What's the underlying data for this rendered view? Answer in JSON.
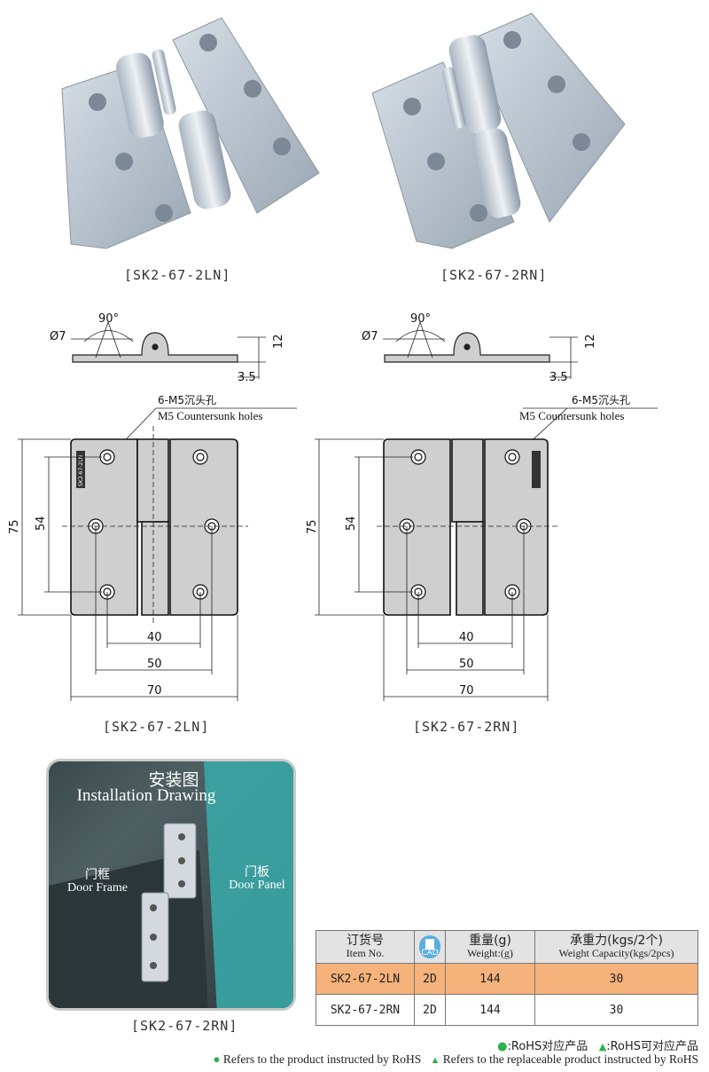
{
  "captions": {
    "top_left": "[SK2-67-2LN]",
    "top_right": "[SK2-67-2RN]",
    "drawing_left": "[SK2-67-2LN]",
    "drawing_right": "[SK2-67-2RN]",
    "install": "[SK2-67-2RN]"
  },
  "product_marking": "SK2-67-2LN",
  "dimensions": {
    "angle": "90°",
    "pin_diameter": "Ø7",
    "height": "12",
    "thickness": "3.5",
    "overall_height": "75",
    "hole_pitch_vertical": "54",
    "hole_pitch_40": "40",
    "hole_pitch_50": "50",
    "overall_width": "70",
    "holes_cn": "6-M5沉头孔",
    "holes_en": "M5 Countersunk holes"
  },
  "install": {
    "title_cn": "安装图",
    "title_en": "Installation Drawing",
    "frame_cn": "门框",
    "frame_en": "Door Frame",
    "panel_cn": "门板",
    "panel_en": "Door Panel"
  },
  "table": {
    "headers": [
      {
        "cn": "订货号",
        "en": "Item No."
      },
      {
        "icon": "cad-file-icon",
        "label": "CAD"
      },
      {
        "cn": "重量(g)",
        "en": "Weight:(g)"
      },
      {
        "cn": "承重力(kgs/2个)",
        "en": "Weight Capacity(kgs/2pcs)"
      }
    ],
    "rows": [
      {
        "item": "SK2-67-2LN",
        "cad": "2D",
        "weight": "144",
        "capacity": "30",
        "highlight": true
      },
      {
        "item": "SK2-67-2RN",
        "cad": "2D",
        "weight": "144",
        "capacity": "30",
        "highlight": false
      }
    ]
  },
  "legend": {
    "line1_dot": "●",
    "line1_dot_text": ":RoHS对应产品",
    "line1_tri": "▲",
    "line1_tri_text": ":RoHS可对应产品",
    "line2_dot_text": "Refers to the product instructed by RoHS",
    "line2_tri_text": "Refers to the replaceable product instructed by RoHS"
  },
  "colors": {
    "highlight_row": "#f5b27a",
    "rohs_green": "#2fb04a",
    "cad_blue": "#5aaee0"
  }
}
